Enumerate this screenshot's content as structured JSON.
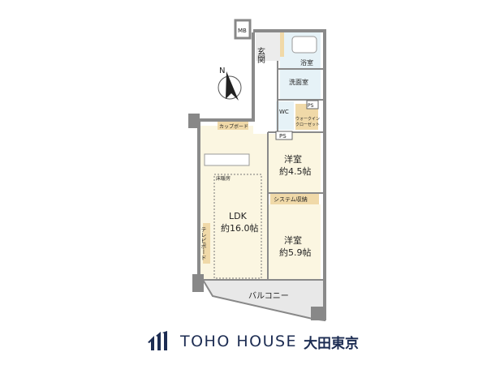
{
  "floorplan": {
    "rooms": {
      "mb": "MB",
      "entrance": "玄関",
      "bath": "浴室",
      "washroom": "洗面室",
      "wc": "WC",
      "ps1": "PS",
      "ps2": "PS",
      "walkin_1": "ウォークイン",
      "walkin_2": "クローゼット",
      "cupboard": "カップボード",
      "floor_heating": "床暖房",
      "ldk_name": "LDK",
      "ldk_size": "約16.0帖",
      "western1_name": "洋室",
      "western1_size": "約4.5帖",
      "system_storage": "システム収納",
      "western2_name": "洋室",
      "western2_size": "約5.9帖",
      "tv_board": "テレビボード",
      "balcony": "バルコニー"
    },
    "compass": "N",
    "colors": {
      "room_fill": "#fbf6e1",
      "wet_fill": "#e6f2f7",
      "storage_fill": "#f0d9a8",
      "wall": "#8a8a8a",
      "balcony_fill": "#e8e8e8"
    }
  },
  "logo": {
    "brand": "TOHO HOUSE",
    "branch": "大田東京",
    "color": "#1c2c52"
  }
}
